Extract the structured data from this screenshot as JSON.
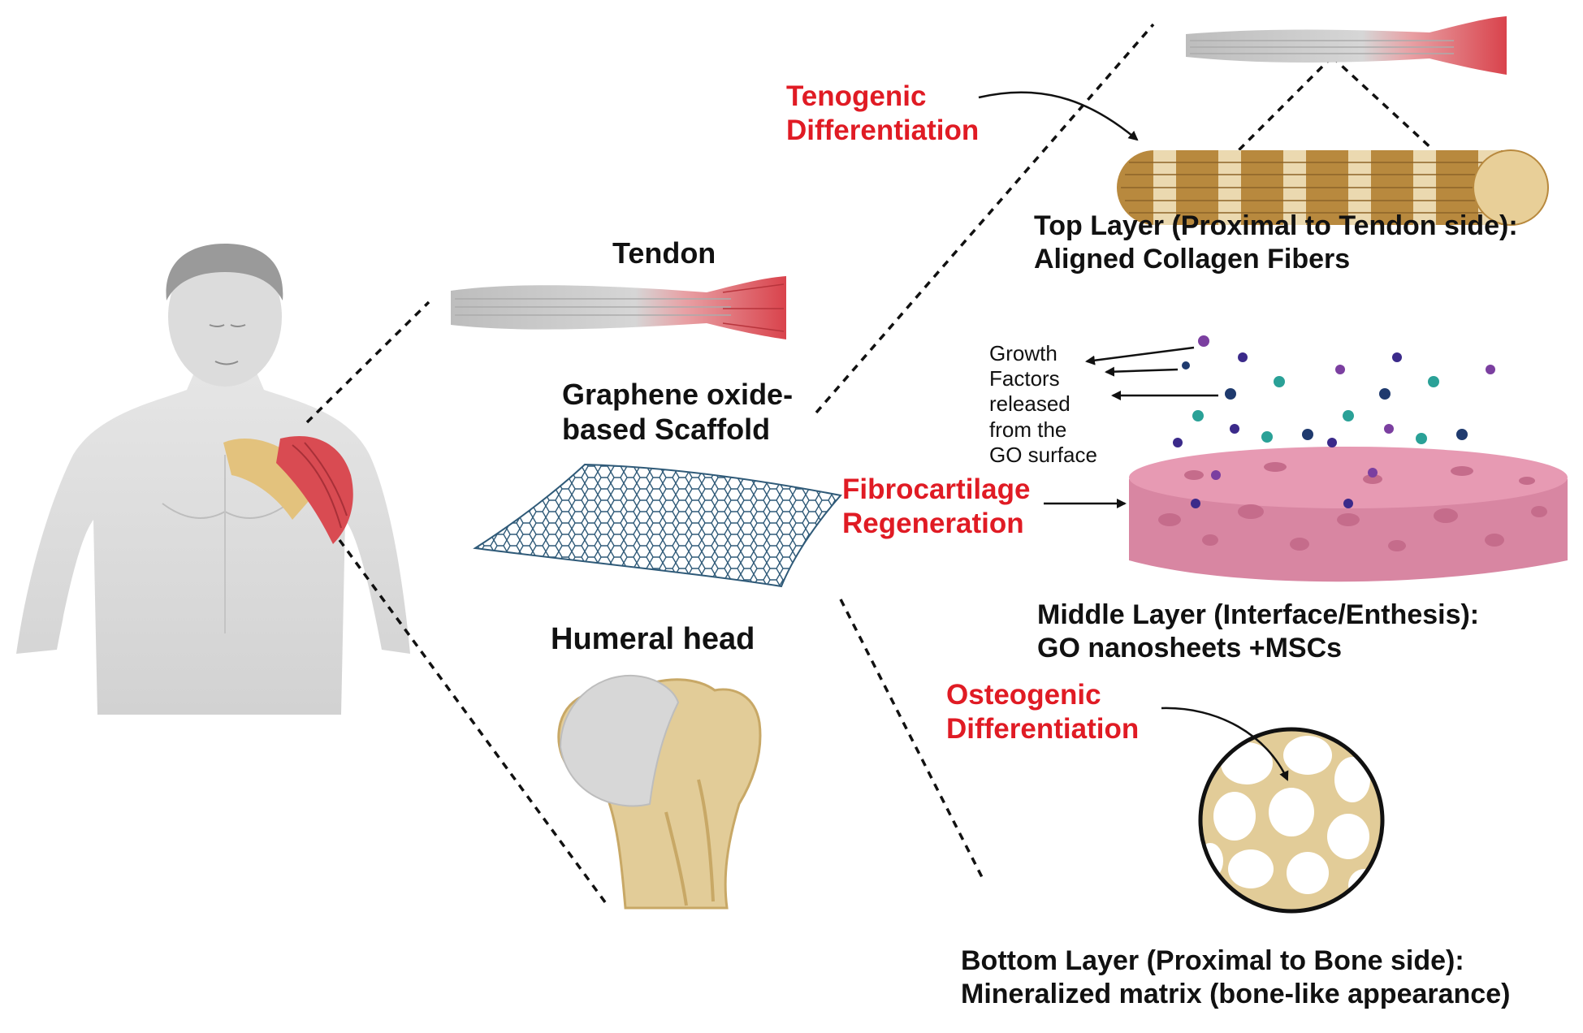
{
  "labels": {
    "tendon": "Tendon",
    "scaffold": [
      "Graphene oxide-",
      "based Scaffold"
    ],
    "humeral": "Humeral head",
    "tenogenic": [
      "Tenogenic",
      "Differentiation"
    ],
    "top_layer": [
      "Top Layer (Proximal to Tendon side):",
      "Aligned Collagen Fibers"
    ],
    "growth": [
      "Growth",
      "Factors",
      "released",
      "from the",
      "GO surface"
    ],
    "fibro": [
      "Fibrocartilage",
      "Regeneration"
    ],
    "middle_layer": [
      "Middle Layer (Interface/Enthesis):",
      "GO nanosheets +MSCs"
    ],
    "osteo": [
      "Osteogenic",
      "Differentiation"
    ],
    "bottom_layer": [
      "Bottom Layer (Proximal to Bone side):",
      "Mineralized matrix (bone-like appearance)"
    ]
  },
  "colors": {
    "highlight_red": "#e01b24",
    "muscle": "#d94b52",
    "tendon_gray": "#cfcfcf",
    "collagen": "#b8893e",
    "sponge_pink": "#e79ab3",
    "bone": "#e2cc98",
    "cartilage_gray": "#d7d7d7",
    "graphene": "#2f5a78"
  },
  "icons": [
    "human-torso-icon",
    "tendon-muscle-icon",
    "graphene-sheet-icon",
    "humeral-bone-icon",
    "collagen-fiber-bundle-icon",
    "porous-sponge-icon",
    "trabecular-bone-icon",
    "growth-factor-particle-icon"
  ]
}
